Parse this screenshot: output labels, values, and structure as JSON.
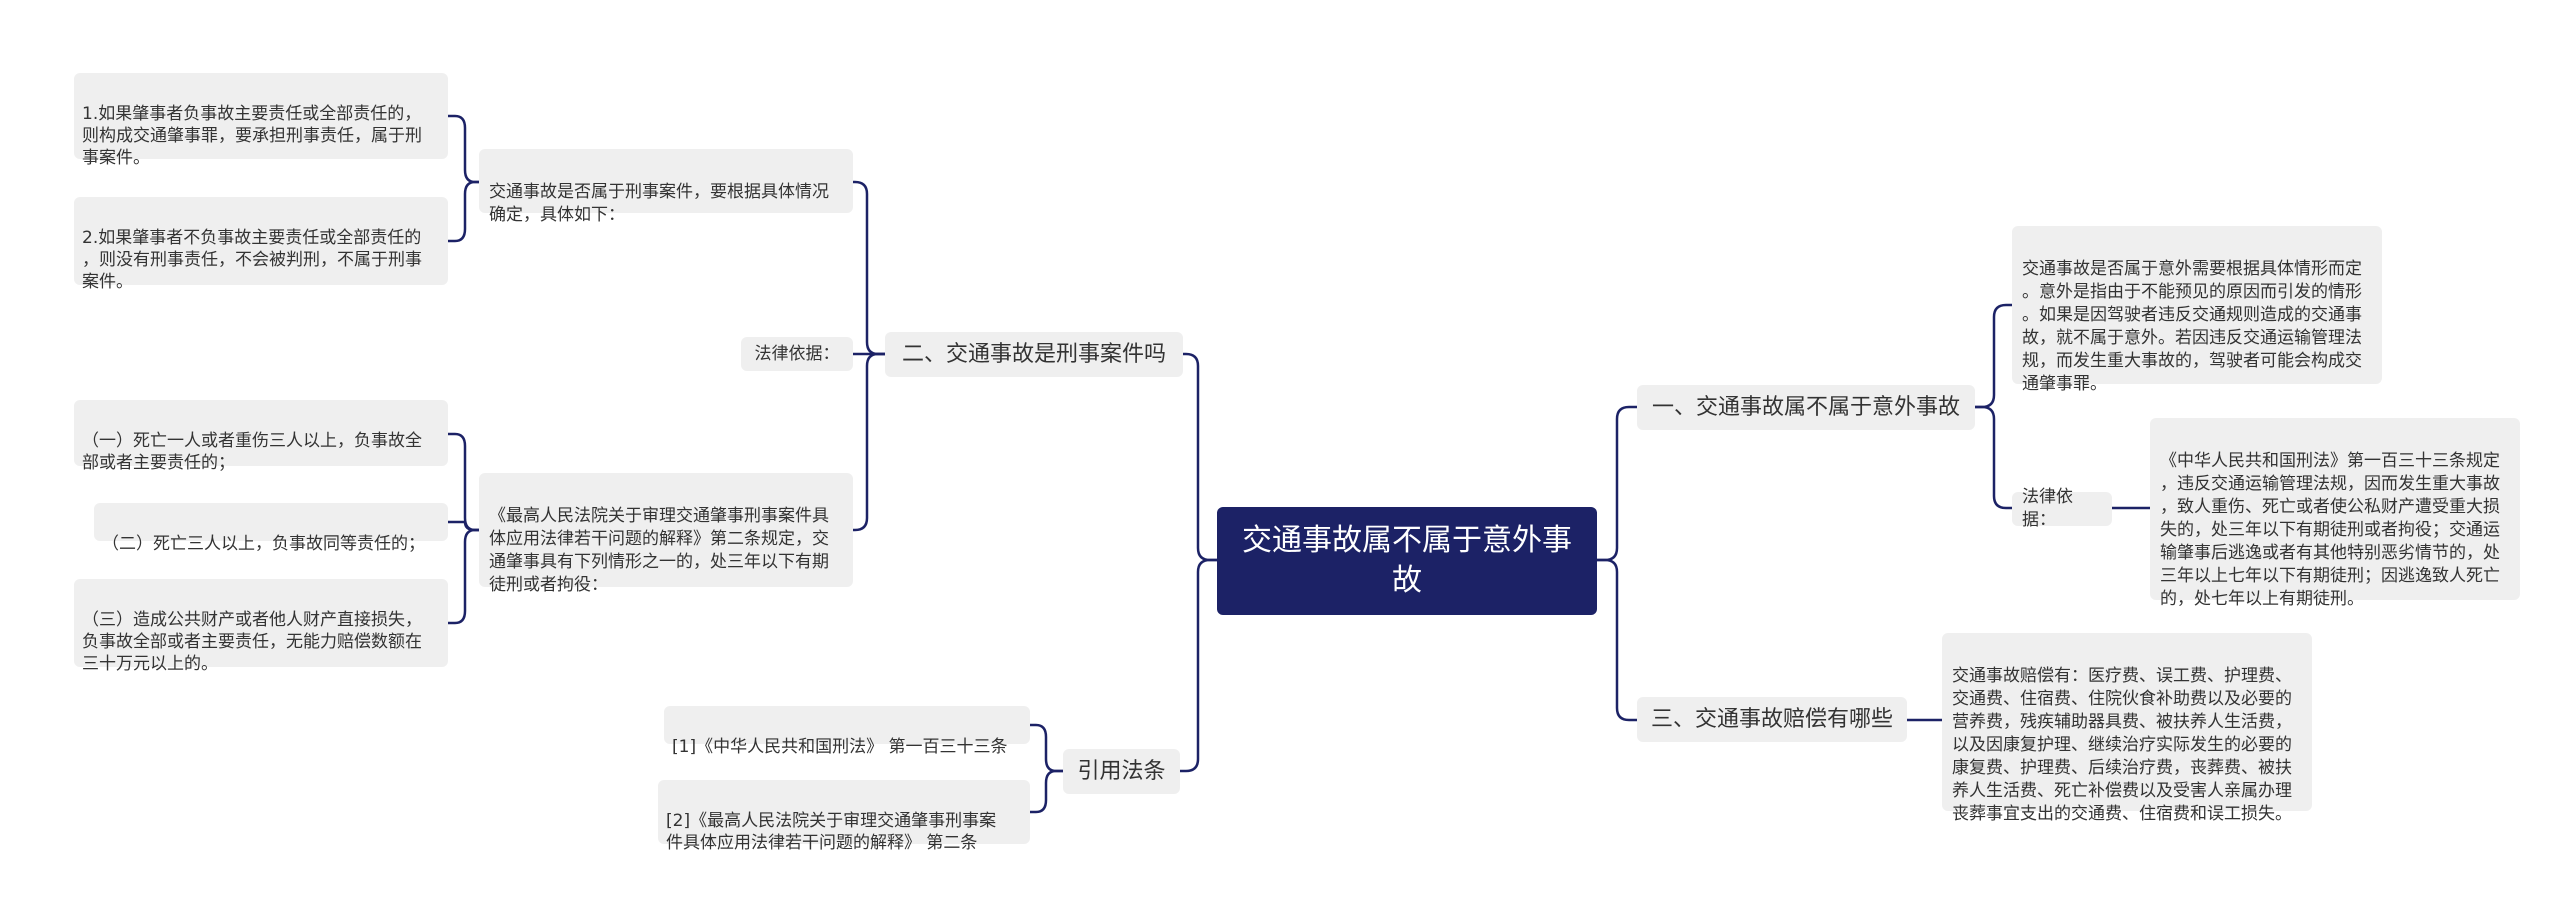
{
  "colors": {
    "root_bg": "#1c2266",
    "line": "#1c2266",
    "node_bg": "#efefef"
  },
  "root": {
    "text": "交通事故属不属于意外事\n故"
  },
  "right": {
    "b1": {
      "label": "一、交通事故属不属于意外事故",
      "note": "交通事故是否属于意外需要根据具体情形而定\n。意外是指由于不能预见的原因而引发的情形\n。如果是因驾驶者违反交通规则造成的交通事\n故，就不属于意外。若因违反交通运输管理法\n规，而发生重大事故的，驾驶者可能会构成交\n通肇事罪。",
      "basis_label": "法律依据：",
      "basis_text": "《中华人民共和国刑法》第一百三十三条规定\n，违反交通运输管理法规，因而发生重大事故\n，致人重伤、死亡或者使公私财产遭受重大损\n失的，处三年以下有期徒刑或者拘役；交通运\n输肇事后逃逸或者有其他特别恶劣情节的，处\n三年以上七年以下有期徒刑；因逃逸致人死亡\n的，处七年以上有期徒刑。"
    },
    "b3": {
      "label": "三、交通事故赔偿有哪些",
      "note": "交通事故赔偿有：医疗费、误工费、护理费、\n交通费、住宿费、住院伙食补助费以及必要的\n营养费，残疾辅助器具费、被扶养人生活费，\n以及因康复护理、继续治疗实际发生的必要的\n康复费、护理费、后续治疗费，丧葬费、被扶\n养人生活费、死亡补偿费以及受害人亲属办理\n丧葬事宜支出的交通费、住宿费和误工损失。"
    }
  },
  "left": {
    "b2": {
      "label": "二、交通事故是刑事案件吗",
      "sub1": "交通事故是否属于刑事案件，要根据具体情况\n确定，具体如下：",
      "sub1_items": [
        "1.如果肇事者负事故主要责任或全部责任的，\n则构成交通肇事罪，要承担刑事责任，属于刑\n事案件。",
        "2.如果肇事者不负事故主要责任或全部责任的\n，则没有刑事责任，不会被判刑，不属于刑事\n案件。"
      ],
      "sub2": "法律依据：",
      "sub3": "《最高人民法院关于审理交通肇事刑事案件具\n体应用法律若干问题的解释》第二条规定，交\n通肇事具有下列情形之一的，处三年以下有期\n徒刑或者拘役：",
      "sub3_items": [
        "（一）死亡一人或者重伤三人以上，负事故全\n部或者主要责任的；",
        "（二）死亡三人以上，负事故同等责任的；",
        "（三）造成公共财产或者他人财产直接损失，\n负事故全部或者主要责任，无能力赔偿数额在\n三十万元以上的。"
      ]
    },
    "b4": {
      "label": "引用法条",
      "items": [
        "[1]《中华人民共和国刑法》 第一百三十三条",
        "[2]《最高人民法院关于审理交通肇事刑事案\n件具体应用法律若干问题的解释》 第二条"
      ]
    }
  }
}
